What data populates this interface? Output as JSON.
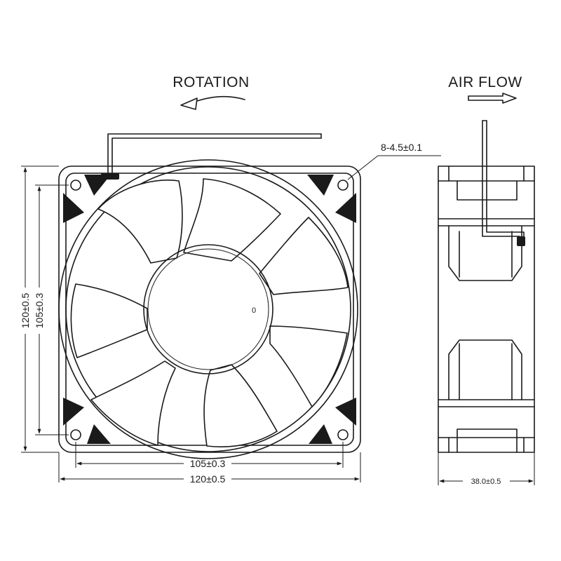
{
  "labels": {
    "rotation": "ROTATION",
    "air_flow": "AIR FLOW",
    "hole_spec": "8-4.5±0.1",
    "hub_mark": "0"
  },
  "dimensions": {
    "hole_pitch_horizontal": "105±0.3",
    "outer_width": "120±0.5",
    "outer_height": "120±0.5",
    "hole_pitch_vertical": "105±0.3",
    "depth": "38.0±0.5"
  }
}
